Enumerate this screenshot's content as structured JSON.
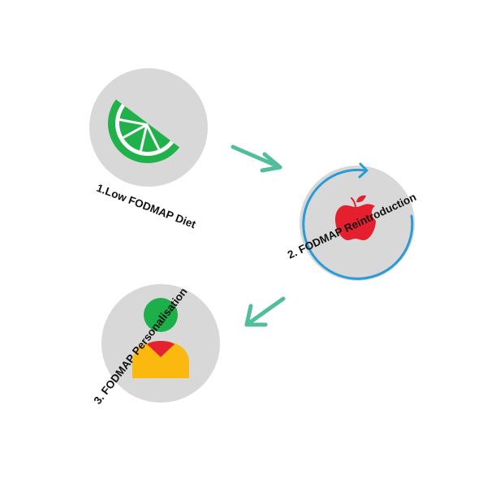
{
  "steps": [
    {
      "label": "1.Low FODMAP Diet",
      "icon": "lime-slice-icon"
    },
    {
      "label": "2. FODMAP Reintroduction",
      "icon": "apple-icon"
    },
    {
      "label": "3. FODMAP Personalisation",
      "icon": "person-icon"
    }
  ],
  "colors": {
    "circle_fill": "#d8d8d8",
    "arrow": "#52bd9d",
    "cycle_ring": "#2b9bd6",
    "lime_green": "#21b14a",
    "apple_red": "#e5202e",
    "person_head": "#1db04a",
    "person_body": "#fbb910",
    "person_collar": "#e52232",
    "text": "#111111"
  }
}
